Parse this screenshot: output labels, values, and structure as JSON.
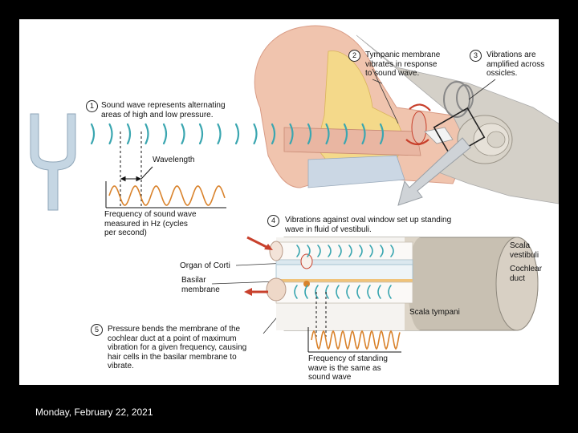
{
  "steps": [
    {
      "number": "1",
      "text": "Sound wave represents alternating\nareas of high and low pressure."
    },
    {
      "number": "2",
      "text": "Tympanic membrane\nvibrates in response\nto sound wave."
    },
    {
      "number": "3",
      "text": "Vibrations are\namplified across\nossicles."
    },
    {
      "number": "4",
      "text": "Vibrations against oval window set up standing\nwave in fluid of vestibuli."
    },
    {
      "number": "5",
      "text": "Pressure bends the membrane of the\ncochlear duct at a point of maximum\nvibration for a given frequency, causing\nhair cells in the basilar membrane to\nvibrate."
    }
  ],
  "labels": {
    "wavelength": "Wavelength",
    "frequency_sound": "Frequency of sound wave\nmeasured in Hz (cycles\nper second)",
    "organ_of_corti": "Organ of Corti",
    "basilar_membrane": "Basilar\nmembrane",
    "scala_vestibuli": "Scala\nvestibuli",
    "cochlear_duct": "Cochlear\nduct",
    "scala_tympani": "Scala tympani",
    "frequency_standing": "Frequency of standing\nwave is the same as\nsound wave"
  },
  "footer": {
    "date": "Monday, February 22, 2021"
  },
  "colors": {
    "wave": "#3aa6b0",
    "sine": "#d9822b",
    "arrow": "#c8402c",
    "fork": "#c5d6e3",
    "skin": "#f0c4ae"
  }
}
